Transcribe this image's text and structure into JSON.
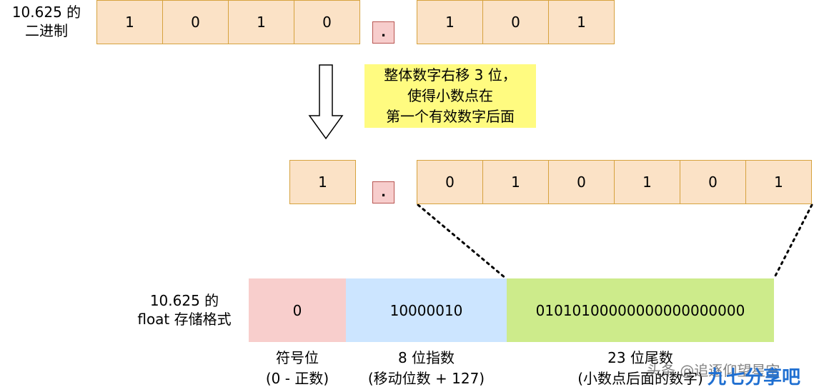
{
  "top_label": [
    "10.625 的",
    "二进制"
  ],
  "top_integer_bits": [
    "1",
    "0",
    "1",
    "0"
  ],
  "top_fraction_bits": [
    "1",
    "0",
    "1"
  ],
  "point_symbol": ".",
  "note": [
    "整体数字右移 3 位，",
    "使得小数点在",
    "第一个有效数字后面"
  ],
  "mid_integer_bits": [
    "1"
  ],
  "mid_fraction_bits": [
    "0",
    "1",
    "0",
    "1",
    "0",
    "1"
  ],
  "float_label": [
    "10.625 的",
    "float 存储格式"
  ],
  "segments": [
    {
      "value": "0",
      "caption": [
        "符号位",
        "(0 - 正数)"
      ],
      "color": "#f8cecc"
    },
    {
      "value": "10000010",
      "caption": [
        "8 位指数",
        "(移动位数 + 127)"
      ],
      "color": "#cce5ff"
    },
    {
      "value": "01010100000000000000000",
      "caption": [
        "23 位尾数",
        "(小数点后面的数字)"
      ],
      "color": "#cdeb8b"
    }
  ],
  "watermark": "头条 @追逐仰望星空",
  "watermark_logo": "九七分享吧"
}
